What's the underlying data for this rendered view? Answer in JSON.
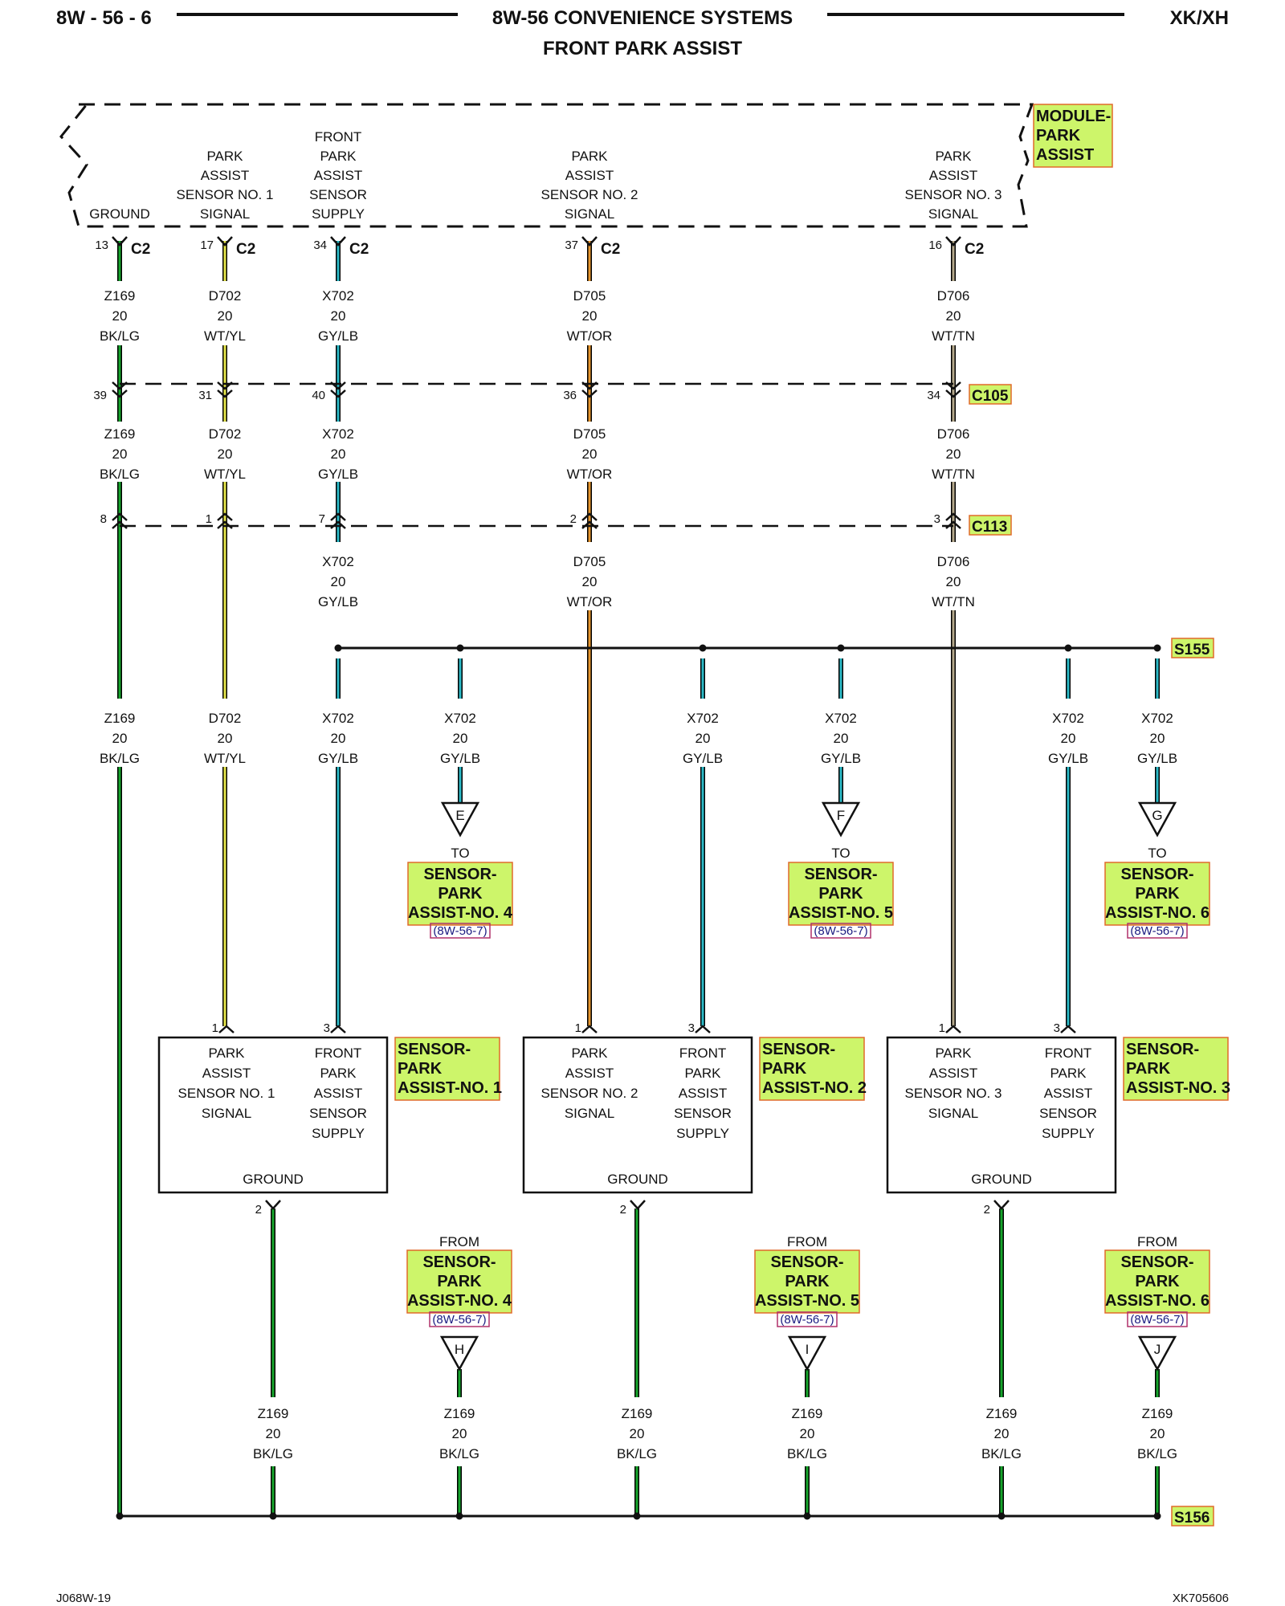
{
  "page": {
    "code": "8W - 56 - 6",
    "title": "8W-56 CONVENIENCE SYSTEMS",
    "subtitle": "FRONT PARK ASSIST",
    "model": "XK/XH",
    "footer_left": "J068W-19",
    "footer_right": "XK705606"
  },
  "colors": {
    "BK/LG": "#16a52c",
    "WT/YL": "#e4e44a",
    "GY/LB": "#2bb9c6",
    "WT/OR": "#e6962e",
    "WT/TN": "#b5a98c",
    "highlight": "#cdf56a",
    "highlight_border": "#e06a2a",
    "ref_border": "#b0306a"
  },
  "module": {
    "name": [
      "MODULE-",
      "PARK",
      "ASSIST"
    ],
    "pins": [
      {
        "lines": [
          "GROUND"
        ]
      },
      {
        "lines": [
          "PARK",
          "ASSIST",
          "SENSOR NO. 1",
          "SIGNAL"
        ]
      },
      {
        "lines": [
          "FRONT",
          "PARK",
          "ASSIST",
          "SENSOR",
          "SUPPLY"
        ]
      },
      {
        "lines": [
          "PARK",
          "ASSIST",
          "SENSOR NO. 2",
          "SIGNAL"
        ]
      },
      {
        "lines": [
          "PARK",
          "ASSIST",
          "SENSOR NO. 3",
          "SIGNAL"
        ]
      }
    ]
  },
  "connectors": {
    "c2": "C2",
    "c105": "C105",
    "c113": "C113",
    "s155": "S155",
    "s156": "S156"
  },
  "circuits": [
    {
      "c2_pin": "13",
      "c105_pin": "39",
      "c113_pin": "8",
      "segs": [
        [
          "Z169",
          "20",
          "BK/LG"
        ],
        [
          "Z169",
          "20",
          "BK/LG"
        ],
        [
          "Z169",
          "20",
          "BK/LG"
        ]
      ]
    },
    {
      "c2_pin": "17",
      "c105_pin": "31",
      "c113_pin": "1",
      "segs": [
        [
          "D702",
          "20",
          "WT/YL"
        ],
        [
          "D702",
          "20",
          "WT/YL"
        ],
        [
          "D702",
          "20",
          "WT/YL"
        ]
      ]
    },
    {
      "c2_pin": "34",
      "c105_pin": "40",
      "c113_pin": "7",
      "segs": [
        [
          "X702",
          "20",
          "GY/LB"
        ],
        [
          "X702",
          "20",
          "GY/LB"
        ],
        [
          "X702",
          "20",
          "GY/LB"
        ],
        [
          "X702",
          "20",
          "GY/LB"
        ]
      ]
    },
    {
      "c2_pin": "37",
      "c105_pin": "36",
      "c113_pin": "2",
      "segs": [
        [
          "D705",
          "20",
          "WT/OR"
        ],
        [
          "D705",
          "20",
          "WT/OR"
        ],
        [
          "D705",
          "20",
          "WT/OR"
        ]
      ]
    },
    {
      "c2_pin": "16",
      "c105_pin": "34",
      "c113_pin": "3",
      "segs": [
        [
          "D706",
          "20",
          "WT/TN"
        ],
        [
          "D706",
          "20",
          "WT/TN"
        ],
        [
          "D706",
          "20",
          "WT/TN"
        ]
      ]
    }
  ],
  "supply_branches": [
    [
      "X702",
      "20",
      "GY/LB"
    ],
    [
      "X702",
      "20",
      "GY/LB"
    ],
    [
      "X702",
      "20",
      "GY/LB"
    ],
    [
      "X702",
      "20",
      "GY/LB"
    ],
    [
      "X702",
      "20",
      "GY/LB"
    ]
  ],
  "to_refs": [
    {
      "letter": "E",
      "to": "TO",
      "name": [
        "SENSOR-",
        "PARK",
        "ASSIST-NO. 4"
      ],
      "ref": "(8W-56-7)"
    },
    {
      "letter": "F",
      "to": "TO",
      "name": [
        "SENSOR-",
        "PARK",
        "ASSIST-NO. 5"
      ],
      "ref": "(8W-56-7)"
    },
    {
      "letter": "G",
      "to": "TO",
      "name": [
        "SENSOR-",
        "PARK",
        "ASSIST-NO. 6"
      ],
      "ref": "(8W-56-7)"
    }
  ],
  "sensors": [
    {
      "name": [
        "SENSOR-",
        "PARK",
        "ASSIST-NO. 1"
      ],
      "pin_signal": "1",
      "pin_supply": "3",
      "pin_ground": "2",
      "signal": [
        "PARK",
        "ASSIST",
        "SENSOR NO. 1",
        "SIGNAL"
      ],
      "supply": [
        "FRONT",
        "PARK",
        "ASSIST",
        "SENSOR",
        "SUPPLY"
      ],
      "ground": "GROUND"
    },
    {
      "name": [
        "SENSOR-",
        "PARK",
        "ASSIST-NO. 2"
      ],
      "pin_signal": "1",
      "pin_supply": "3",
      "pin_ground": "2",
      "signal": [
        "PARK",
        "ASSIST",
        "SENSOR NO. 2",
        "SIGNAL"
      ],
      "supply": [
        "FRONT",
        "PARK",
        "ASSIST",
        "SENSOR",
        "SUPPLY"
      ],
      "ground": "GROUND"
    },
    {
      "name": [
        "SENSOR-",
        "PARK",
        "ASSIST-NO. 3"
      ],
      "pin_signal": "1",
      "pin_supply": "3",
      "pin_ground": "2",
      "signal": [
        "PARK",
        "ASSIST",
        "SENSOR NO. 3",
        "SIGNAL"
      ],
      "supply": [
        "FRONT",
        "PARK",
        "ASSIST",
        "SENSOR",
        "SUPPLY"
      ],
      "ground": "GROUND"
    }
  ],
  "from_refs": [
    {
      "letter": "H",
      "from": "FROM",
      "name": [
        "SENSOR-",
        "PARK",
        "ASSIST-NO. 4"
      ],
      "ref": "(8W-56-7)"
    },
    {
      "letter": "I",
      "from": "FROM",
      "name": [
        "SENSOR-",
        "PARK",
        "ASSIST-NO. 5"
      ],
      "ref": "(8W-56-7)"
    },
    {
      "letter": "J",
      "from": "FROM",
      "name": [
        "SENSOR-",
        "PARK",
        "ASSIST-NO. 6"
      ],
      "ref": "(8W-56-7)"
    }
  ],
  "ground_wires": [
    [
      "Z169",
      "20",
      "BK/LG"
    ],
    [
      "Z169",
      "20",
      "BK/LG"
    ],
    [
      "Z169",
      "20",
      "BK/LG"
    ],
    [
      "Z169",
      "20",
      "BK/LG"
    ],
    [
      "Z169",
      "20",
      "BK/LG"
    ],
    [
      "Z169",
      "20",
      "BK/LG"
    ]
  ]
}
